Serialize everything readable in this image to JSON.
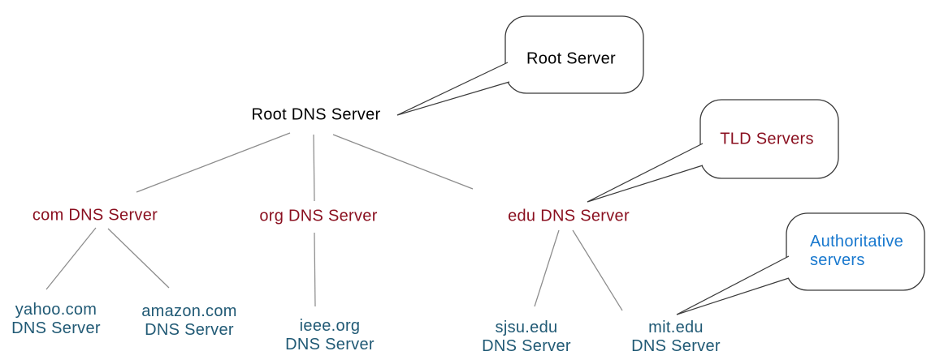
{
  "colors": {
    "root_text": "#000000",
    "tld_text": "#8a0f1f",
    "leaf_text": "#215a75",
    "auth_text": "#1878ce",
    "edge": "#8c8c8c",
    "border": "#3a3a3a",
    "bg": "#ffffff"
  },
  "tree": {
    "root": {
      "label": "Root DNS Server"
    },
    "tld": [
      {
        "label": "com DNS Server"
      },
      {
        "label": "org DNS Server"
      },
      {
        "label": "edu DNS Server"
      }
    ],
    "leaves": [
      {
        "label": "yahoo.com\nDNS Server"
      },
      {
        "label": "amazon.com\nDNS Server"
      },
      {
        "label": "ieee.org\nDNS Server"
      },
      {
        "label": "sjsu.edu\nDNS Server"
      },
      {
        "label": "mit.edu\nDNS Server"
      }
    ]
  },
  "callouts": {
    "root": {
      "label": "Root Server"
    },
    "tld": {
      "label": "TLD Servers"
    },
    "authoritative": {
      "label": "Authoritative\nservers"
    }
  }
}
